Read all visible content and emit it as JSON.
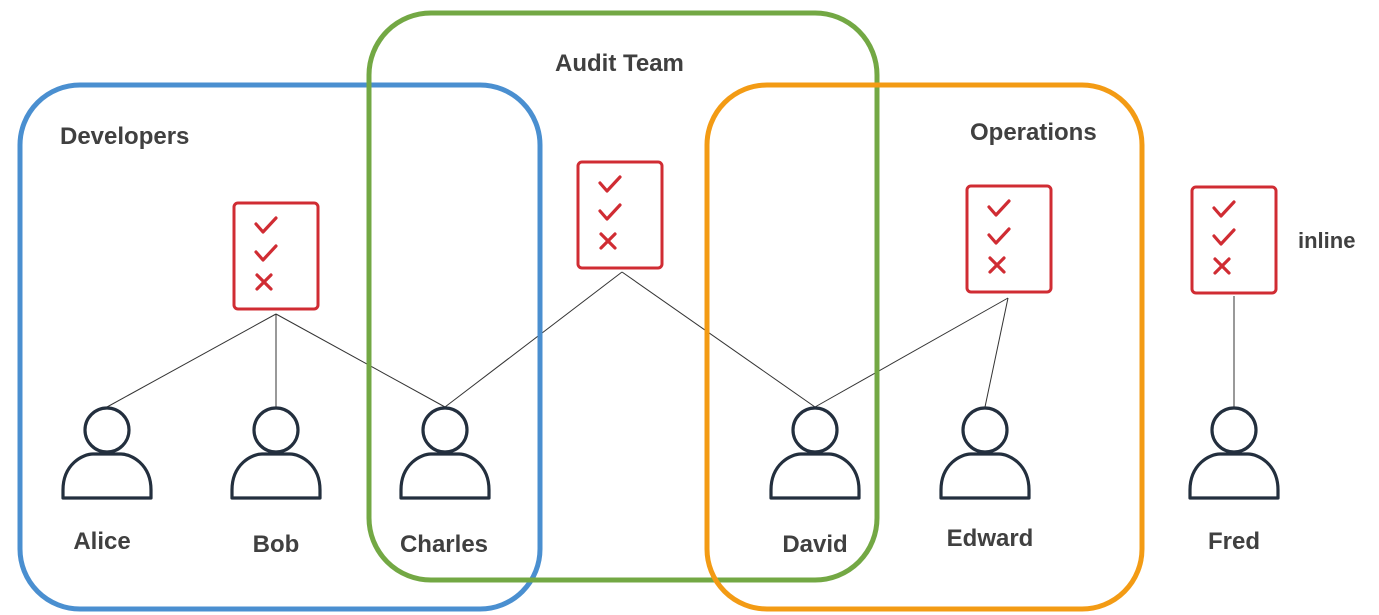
{
  "colors": {
    "developers": "#4A8FD0",
    "audit": "#73A844",
    "operations": "#F39B14",
    "policy": "#D02C33",
    "user": "#232F3E",
    "text": "#404040"
  },
  "groups": {
    "developers": {
      "label": "Developers"
    },
    "audit": {
      "label": "Audit Team"
    },
    "operations": {
      "label": "Operations"
    }
  },
  "users": {
    "alice": {
      "label": "Alice"
    },
    "bob": {
      "label": "Bob"
    },
    "charles": {
      "label": "Charles"
    },
    "david": {
      "label": "David"
    },
    "edward": {
      "label": "Edward"
    },
    "fred": {
      "label": "Fred"
    }
  },
  "inline_policy": {
    "label": "inline"
  },
  "icons": {
    "policy": "policy-document-icon",
    "user": "user-icon"
  }
}
